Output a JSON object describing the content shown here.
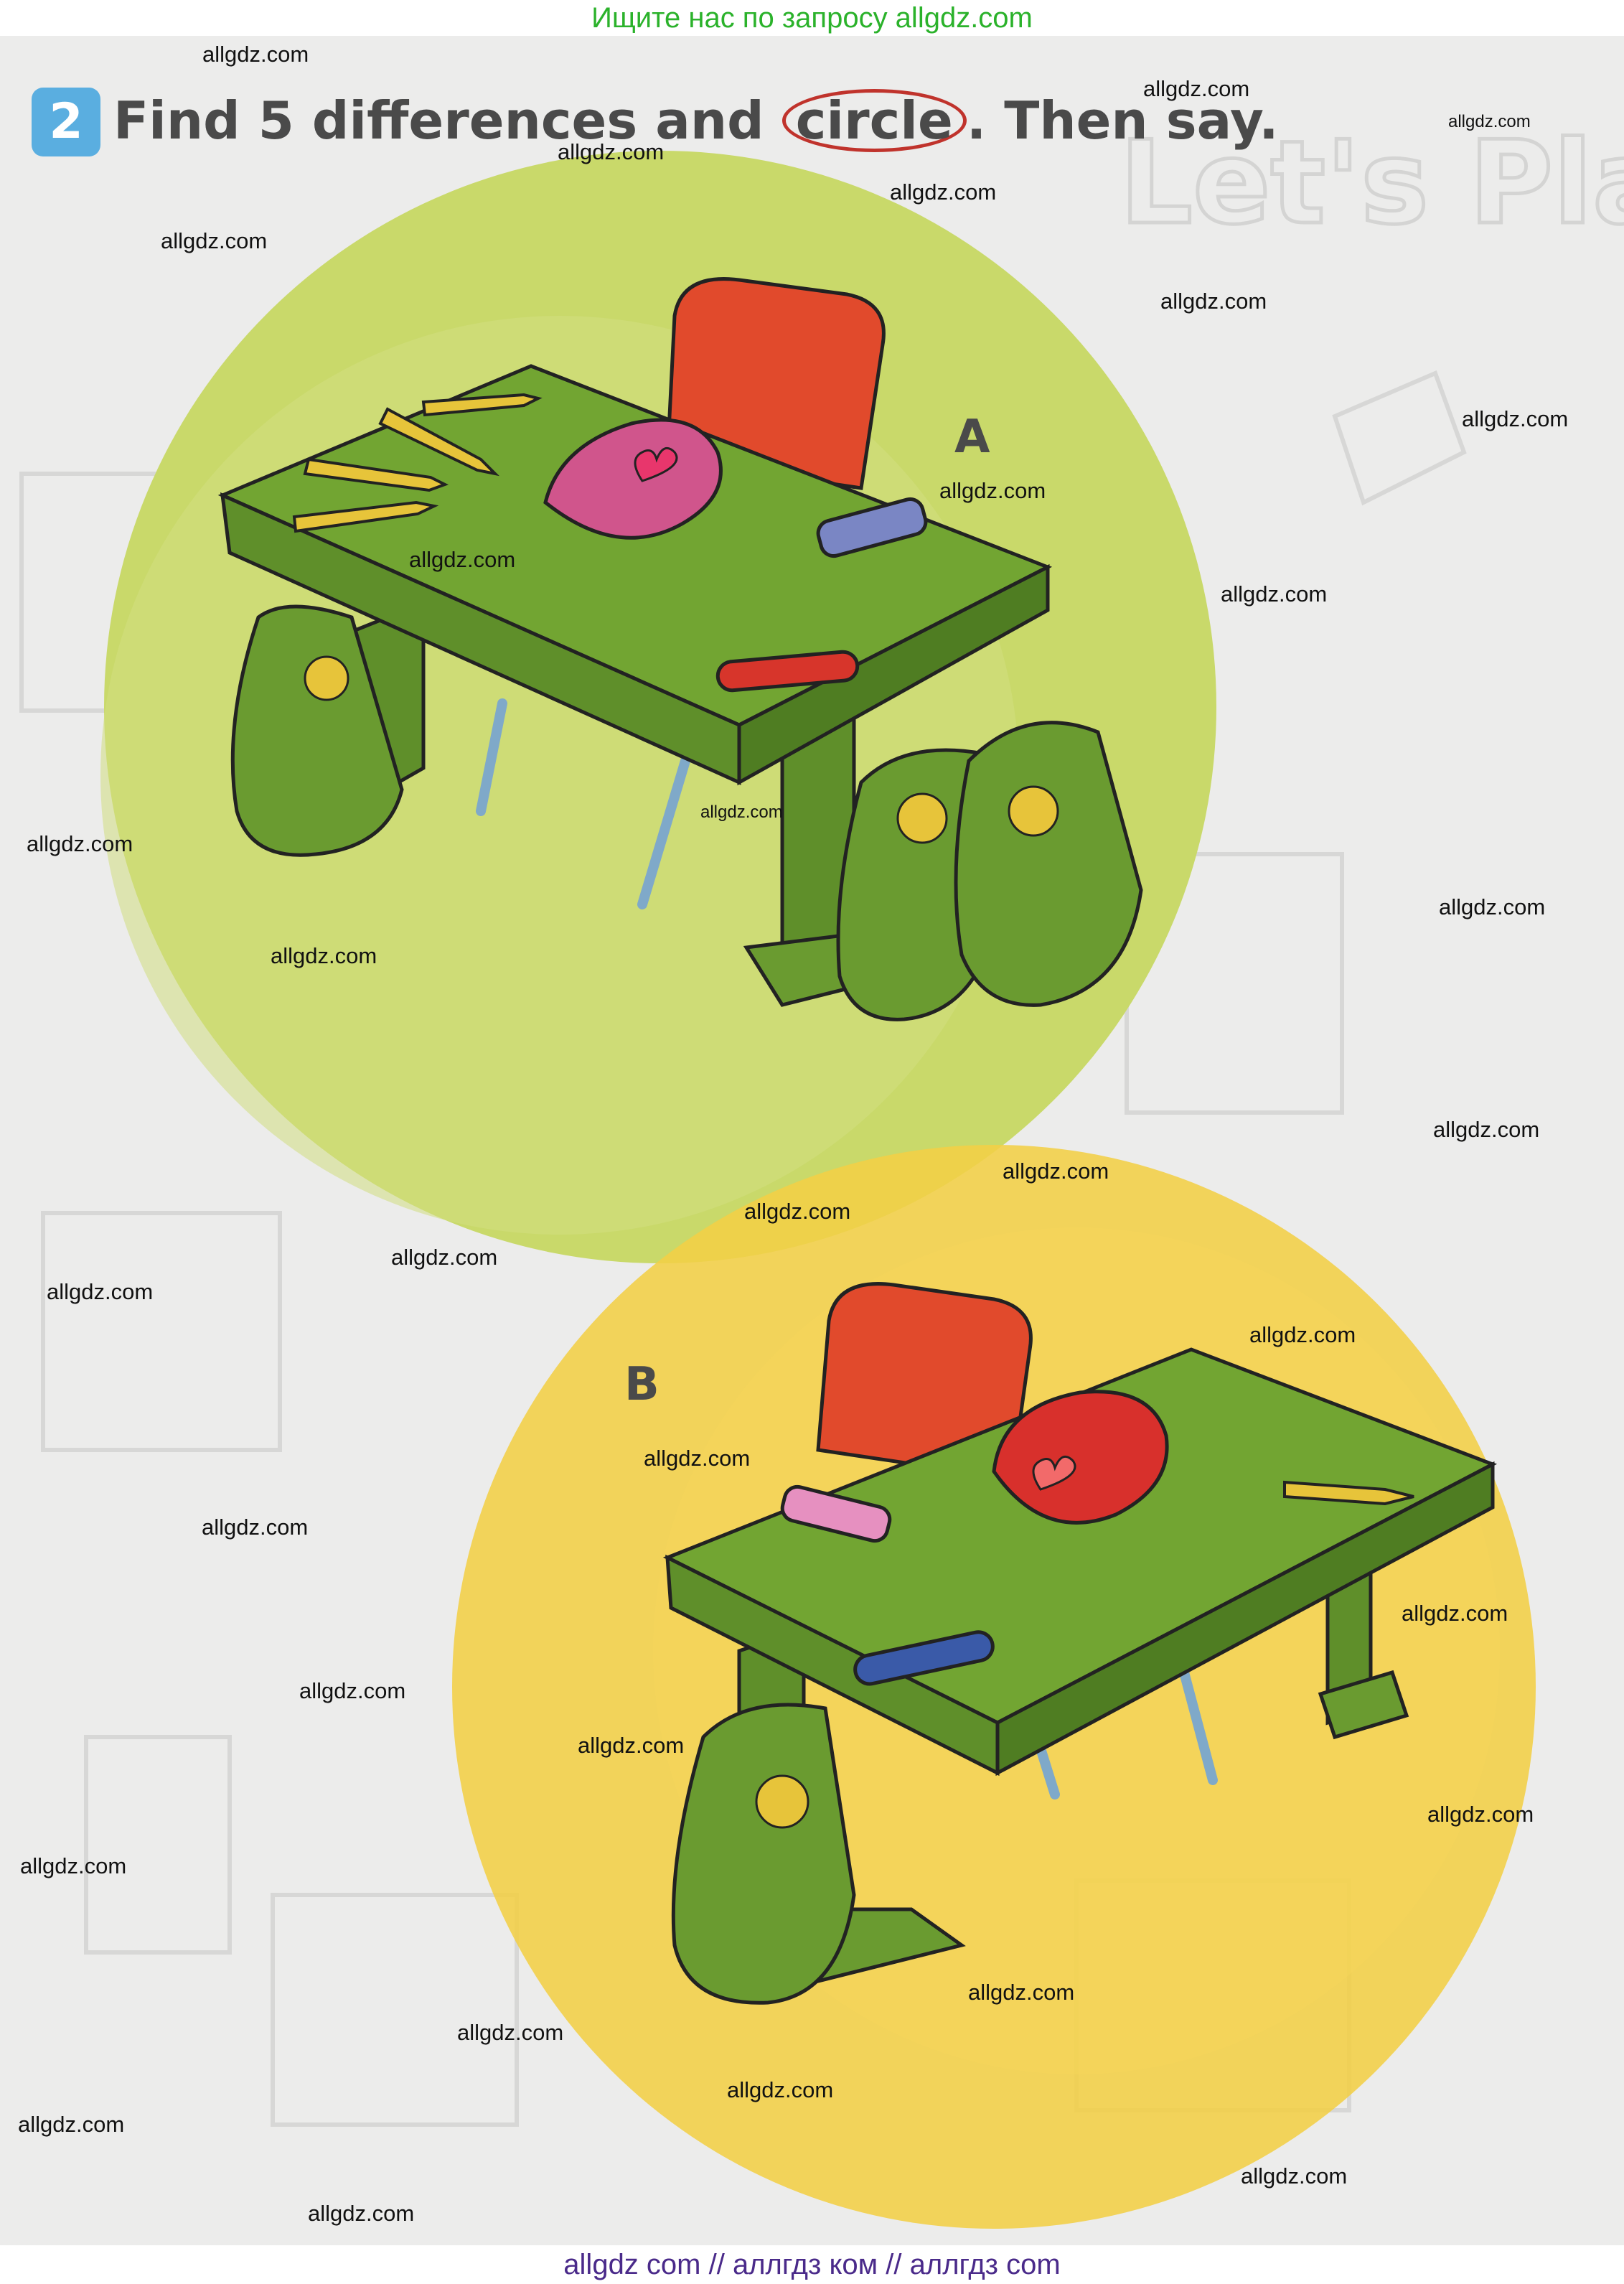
{
  "top_banner": "Ищите нас по запросу allgdz.com",
  "bottom_banner": "allgdz com  //  аллгдз ком  //  аллгдз com",
  "exercise": {
    "number": "2",
    "title_before": "Find 5 differences and ",
    "title_circled": "circle",
    "title_after": ". Then say."
  },
  "pictures": {
    "a_label": "A",
    "b_label": "B"
  },
  "background_text": "Let's Play!",
  "watermark": "allgdz.com",
  "colors": {
    "desk_green": "#72a532",
    "chair_red": "#e14a2c",
    "circle_a": "#c9d96a",
    "circle_b": "#f2cf45",
    "badge_blue": "#5aaee0"
  },
  "icons": [
    "desk",
    "chair",
    "pencil",
    "pencil-case",
    "eraser",
    "pen",
    "backpack",
    "smiley-face"
  ]
}
